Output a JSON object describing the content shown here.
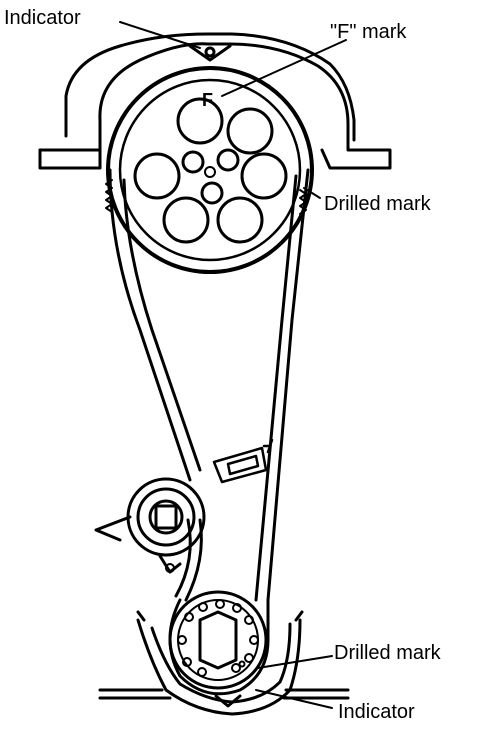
{
  "labels": {
    "top_indicator": "Indicator",
    "f_mark": "\"F\" mark",
    "cam_drilled_mark": "Drilled mark",
    "crank_drilled_mark": "Drilled mark",
    "bottom_indicator": "Indicator",
    "pulley_letter": "F"
  }
}
